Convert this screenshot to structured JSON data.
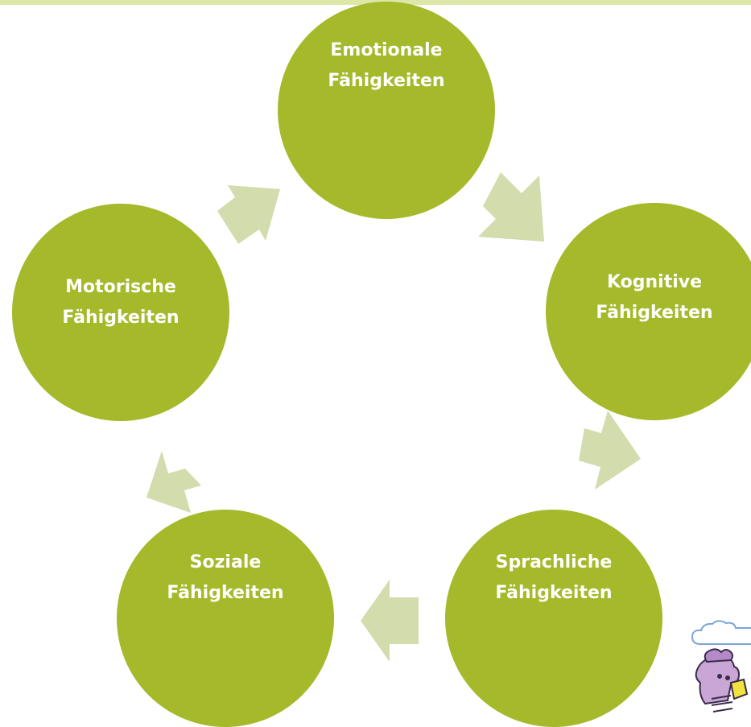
{
  "diagram": {
    "nodes": [
      {
        "id": "emotional",
        "line1": "Emotionale",
        "line2": "Fähigkeiten"
      },
      {
        "id": "cognitive",
        "line1": "Kognitive",
        "line2": "Fähigkeiten"
      },
      {
        "id": "language",
        "line1": "Sprachliche",
        "line2": "Fähigkeiten"
      },
      {
        "id": "social",
        "line1": "Soziale",
        "line2": "Fähigkeiten"
      },
      {
        "id": "motor",
        "line1": "Motorische",
        "line2": "Fähigkeiten"
      }
    ],
    "colors": {
      "node": "#a5b92b",
      "arrow": "#d2dcac",
      "label": "#ffffff",
      "top_band": "#dde8a8"
    }
  }
}
